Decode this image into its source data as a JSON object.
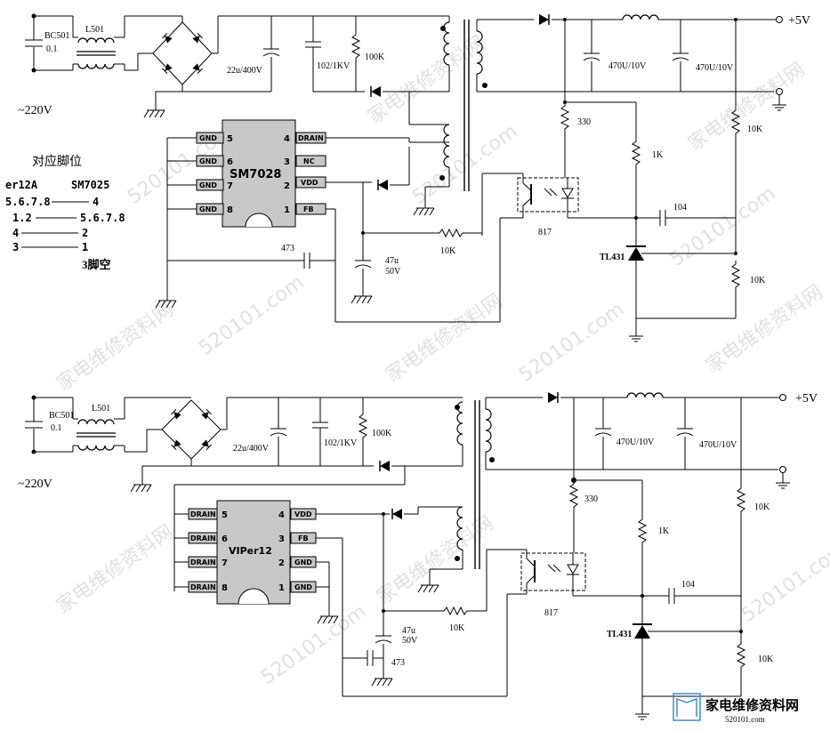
{
  "watermark": {
    "site": "520101.com",
    "cn": "家电维修资料网"
  },
  "logo": {
    "name": "家电维修资料网",
    "url": "520101.com"
  },
  "top": {
    "ac_in": "~220V",
    "bc501": "BC501",
    "bc501_val": "0.1",
    "l501": "L501",
    "cap_bulk": "22u/400V",
    "cap_snub": "102/1KV",
    "r_snub": "100K",
    "vout": "+5V",
    "cout1": "470U/10V",
    "cout2": "470U/10V",
    "r330": "330",
    "r1k": "1K",
    "r10k_top": "10K",
    "r10k_bot": "10K",
    "c104": "104",
    "opto": "817",
    "tl431": "TL431",
    "r10k_fb": "10K",
    "c47u": "47u",
    "c47u_v": "50V",
    "c473": "473",
    "ic": {
      "name": "SM7028",
      "left_pins": [
        {
          "label": "GND",
          "num": "5"
        },
        {
          "label": "GND",
          "num": "6"
        },
        {
          "label": "GND",
          "num": "7"
        },
        {
          "label": "GND",
          "num": "8"
        }
      ],
      "right_pins": [
        {
          "label": "DRAIN",
          "num": "4"
        },
        {
          "label": "NC",
          "num": "3"
        },
        {
          "label": "VDD",
          "num": "2"
        },
        {
          "label": "FB",
          "num": "1"
        }
      ]
    }
  },
  "table": {
    "title": "对应脚位",
    "col_a": "er12A",
    "col_b": "SM7025",
    "rows": [
      {
        "a": "5.6.7.8",
        "b": "4"
      },
      {
        "a": "1.2",
        "b": "5.6.7.8"
      },
      {
        "a": "4",
        "b": "2"
      },
      {
        "a": "3",
        "b": "1"
      }
    ],
    "note": "3脚空"
  },
  "bottom": {
    "ac_in": "~220V",
    "bc501": "BC501",
    "bc501_val": "0.1",
    "l501": "L501",
    "cap_bulk": "22u/400V",
    "cap_snub": "102/1KV",
    "r_snub": "100K",
    "vout": "+5V",
    "cout1": "470U/10V",
    "cout2": "470U/10V",
    "r330": "330",
    "r1k": "1K",
    "r10k_top": "10K",
    "r10k_bot": "10K",
    "c104": "104",
    "opto": "817",
    "tl431": "TL431",
    "r10k_fb": "10K",
    "c47u": "47u",
    "c47u_v": "50V",
    "c473": "473",
    "ic": {
      "name": "VIPer12",
      "left_pins": [
        {
          "label": "DRAIN",
          "num": "5"
        },
        {
          "label": "DRAIN",
          "num": "6"
        },
        {
          "label": "DRAIN",
          "num": "7"
        },
        {
          "label": "DRAIN",
          "num": "8"
        }
      ],
      "right_pins": [
        {
          "label": "VDD",
          "num": "4"
        },
        {
          "label": "FB",
          "num": "3"
        },
        {
          "label": "GND",
          "num": "2"
        },
        {
          "label": "GND",
          "num": "1"
        }
      ]
    }
  }
}
